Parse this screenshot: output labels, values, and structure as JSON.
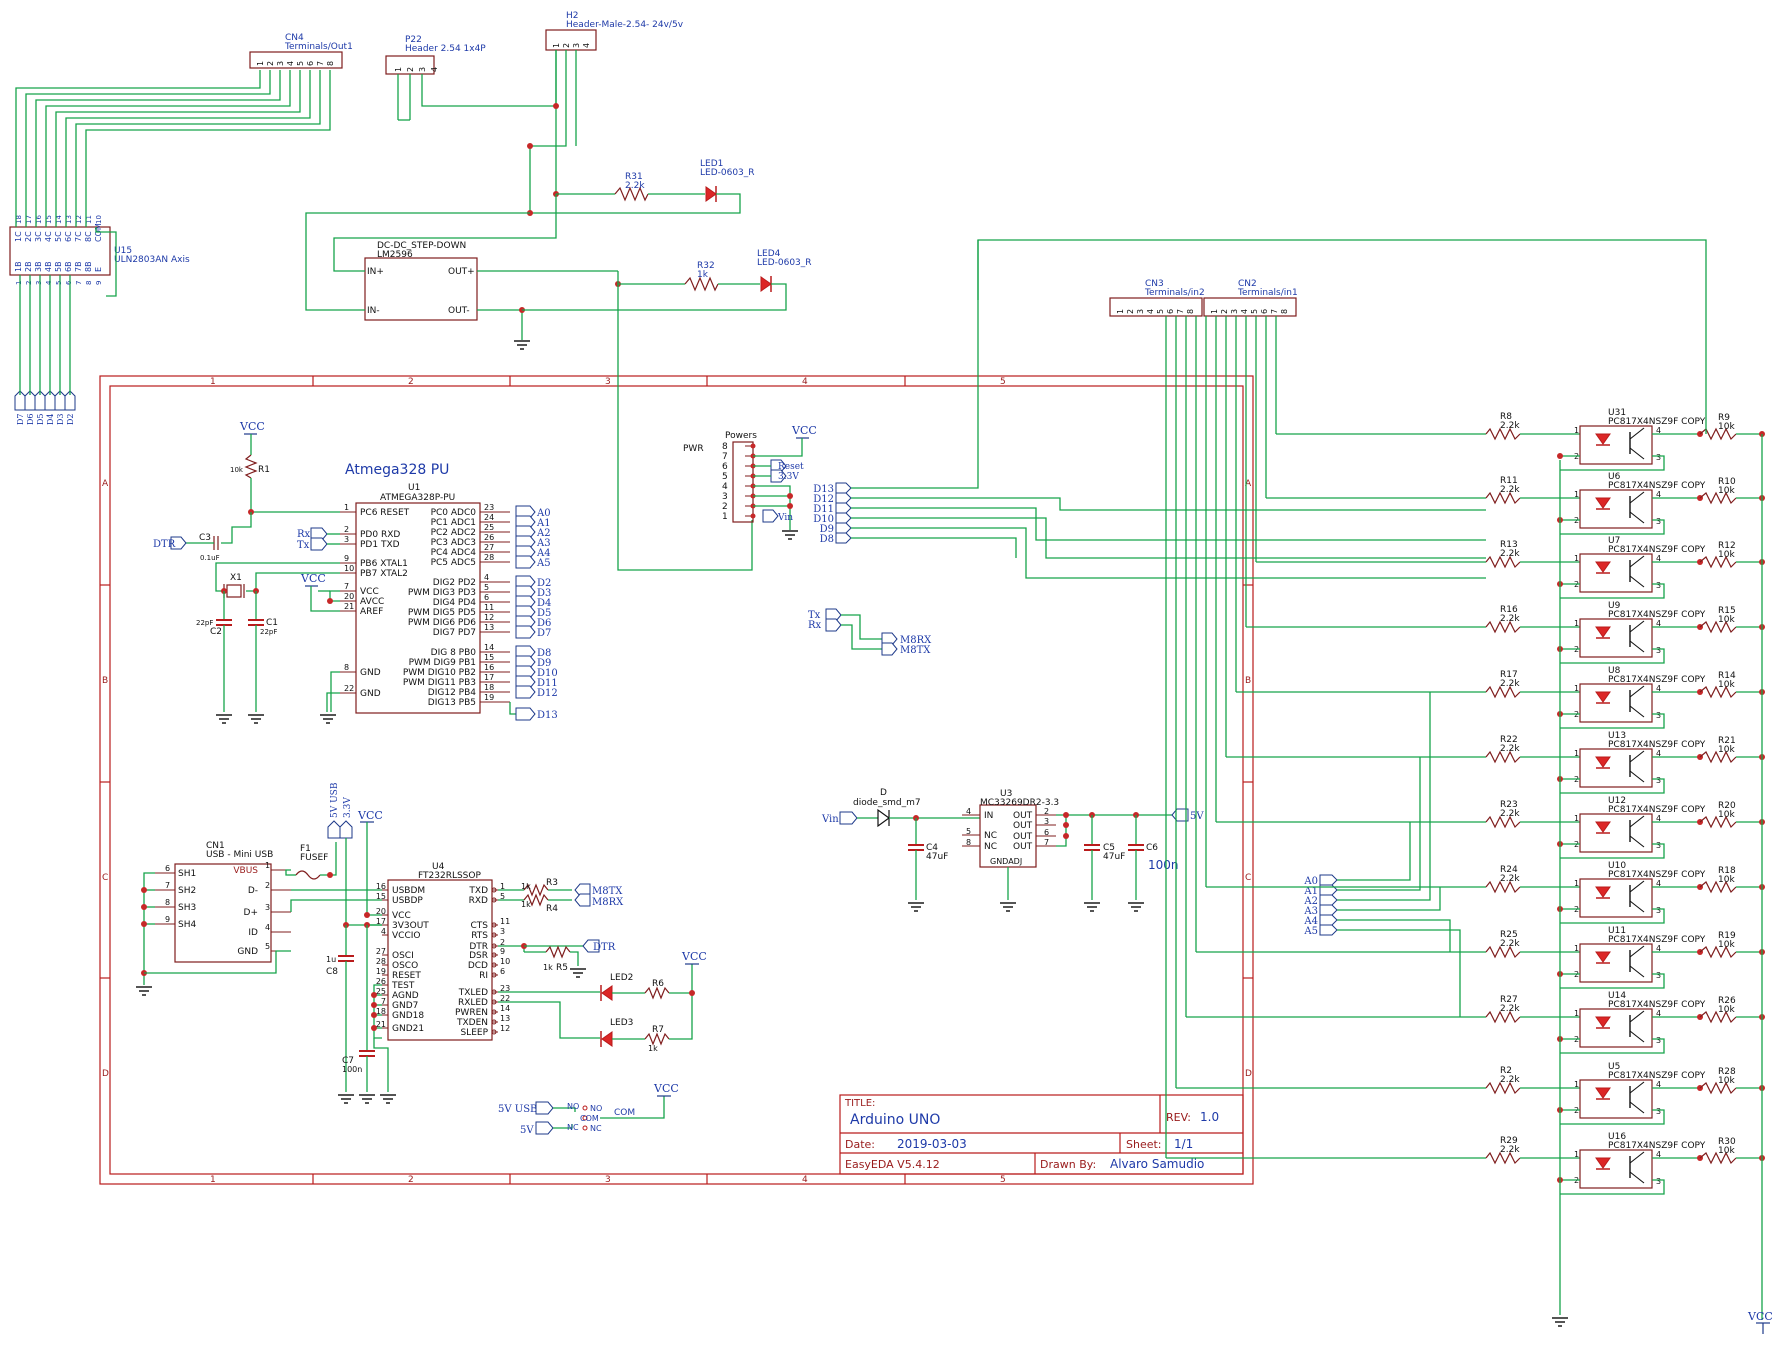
{
  "frame": {
    "col_labels": [
      "1",
      "2",
      "3",
      "4",
      "5"
    ],
    "row_labels": [
      "A",
      "B",
      "C",
      "D"
    ]
  },
  "title_block": {
    "title_label": "TITLE:",
    "title": "Arduino UNO",
    "rev_label": "REV:",
    "rev": "1.0",
    "date_label": "Date:",
    "date": "2019-03-03",
    "sheet_label": "Sheet:",
    "sheet": "1/1",
    "tool": "EasyEDA V5.4.12",
    "drawn_label": "Drawn By:",
    "drawn_by": "Alvaro Samudio"
  },
  "u15": {
    "ref": "U15",
    "name": "ULN2803AN Axis",
    "top_pins": [
      "1C",
      "2C",
      "3C",
      "4C",
      "5C",
      "6C",
      "7C",
      "8C",
      "COM"
    ],
    "top_nums": [
      "18",
      "17",
      "16",
      "15",
      "14",
      "13",
      "12",
      "11",
      "10"
    ],
    "bottom_pins": [
      "1B",
      "2B",
      "3B",
      "4B",
      "5B",
      "6B",
      "7B",
      "8B",
      "E"
    ],
    "bottom_nums": [
      "1",
      "2",
      "3",
      "4",
      "5",
      "6",
      "7",
      "8",
      "9"
    ],
    "nets": [
      "D7",
      "D6",
      "D5",
      "D4",
      "D3",
      "D2"
    ]
  },
  "cn4": {
    "ref": "CN4",
    "name": "Terminals/Out1",
    "pins": [
      "1",
      "2",
      "3",
      "4",
      "5",
      "6",
      "7",
      "8"
    ]
  },
  "p22": {
    "ref": "P22",
    "name": "Header 2.54 1x4P",
    "pins": [
      "1",
      "2",
      "3",
      "4"
    ]
  },
  "h2": {
    "ref": "H2",
    "name": "Header-Male-2.54- 24v/5v",
    "pins": [
      "1",
      "2",
      "3",
      "4"
    ]
  },
  "r31": {
    "ref": "R31",
    "value": "2.2k"
  },
  "led1": {
    "ref": "LED1",
    "value": "LED-0603_R"
  },
  "dcdc": {
    "ref": "DC-DC_STEP-DOWN",
    "name": "LM2596",
    "in_p": "IN+",
    "in_n": "IN-",
    "out_p": "OUT+",
    "out_n": "OUT-"
  },
  "r32": {
    "ref": "R32",
    "value": "1k"
  },
  "led4": {
    "ref": "LED4",
    "value": "LED-0603_R"
  },
  "cn3": {
    "ref": "CN3",
    "name": "Terminals/in2"
  },
  "cn2": {
    "ref": "CN2",
    "name": "Terminals/in1"
  },
  "vcc": "VCC",
  "gnd": "GND",
  "r1": {
    "ref": "R1",
    "value": "10k"
  },
  "c3": {
    "ref": "C3",
    "value": "0.1uF"
  },
  "dtr": "DTR",
  "rx": "Rx",
  "tx": "Tx",
  "x1": "X1",
  "c1": {
    "ref": "C1",
    "value": "22pF"
  },
  "c2": {
    "ref": "C2",
    "value": "22pF"
  },
  "mcu": {
    "title": "Atmega328 PU",
    "ref": "U1",
    "name": "ATMEGA328P-PU",
    "left_pins": [
      {
        "num": "1",
        "name": "PC6 RESET"
      },
      {
        "num": "2",
        "name": "PD0 RXD"
      },
      {
        "num": "3",
        "name": "PD1 TXD"
      },
      {
        "num": "9",
        "name": "PB6 XTAL1"
      },
      {
        "num": "10",
        "name": "PB7 XTAL2"
      },
      {
        "num": "7",
        "name": "VCC"
      },
      {
        "num": "20",
        "name": "AVCC"
      },
      {
        "num": "21",
        "name": "AREF"
      },
      {
        "num": "8",
        "name": "GND"
      },
      {
        "num": "22",
        "name": "GND"
      }
    ],
    "right_pins": [
      {
        "num": "23",
        "name": "PC0 ADC0",
        "net": "A0"
      },
      {
        "num": "24",
        "name": "PC1 ADC1",
        "net": "A1"
      },
      {
        "num": "25",
        "name": "PC2 ADC2",
        "net": "A2"
      },
      {
        "num": "26",
        "name": "PC3 ADC3",
        "net": "A3"
      },
      {
        "num": "27",
        "name": "PC4 ADC4",
        "net": "A4"
      },
      {
        "num": "28",
        "name": "PC5 ADC5",
        "net": "A5"
      },
      {
        "num": "4",
        "name": "DIG2 PD2",
        "net": "D2"
      },
      {
        "num": "5",
        "name": "PWM DIG3 PD3",
        "net": "D3"
      },
      {
        "num": "6",
        "name": "DIG4 PD4",
        "net": "D4"
      },
      {
        "num": "11",
        "name": "PWM DIG5 PD5",
        "net": "D5"
      },
      {
        "num": "12",
        "name": "PWM DIG6 PD6",
        "net": "D6"
      },
      {
        "num": "13",
        "name": "DIG7 PD7",
        "net": "D7"
      },
      {
        "num": "14",
        "name": "DIG 8 PB0",
        "net": "D8"
      },
      {
        "num": "15",
        "name": "PWM DIG9 PB1",
        "net": "D9"
      },
      {
        "num": "16",
        "name": "PWM DIG10 PB2",
        "net": "D10"
      },
      {
        "num": "17",
        "name": "PWM DIG11 PB3",
        "net": "D11"
      },
      {
        "num": "18",
        "name": "DIG12 PB4",
        "net": "D12"
      },
      {
        "num": "19",
        "name": "DIG13 PB5",
        "net": "D13"
      }
    ]
  },
  "powers": {
    "label": "PWR",
    "name": "Powers",
    "pins": [
      "8",
      "7",
      "6",
      "5",
      "4",
      "3",
      "2",
      "1"
    ],
    "reset": "Reset",
    "v33": "3.3V",
    "vin": "Vin"
  },
  "dnets_mid": [
    "D13",
    "D12",
    "D11",
    "D10",
    "D9",
    "D8"
  ],
  "txrx": {
    "tx": "Tx",
    "rx": "Rx",
    "m8rx": "M8RX",
    "m8tx": "M8TX"
  },
  "reg": {
    "diode_ref": "D",
    "diode_val": "diode_smd_m7",
    "vin": "Vin",
    "ref": "U3",
    "name": "MC33269DR2-3.3",
    "pins_left": [
      {
        "num": "4",
        "name": "IN"
      },
      {
        "num": "5",
        "name": "NC"
      },
      {
        "num": "8",
        "name": "NC"
      }
    ],
    "pins_right": [
      {
        "num": "2",
        "name": "OUT"
      },
      {
        "num": "3",
        "name": "OUT"
      },
      {
        "num": "6",
        "name": "OUT"
      },
      {
        "num": "7",
        "name": "OUT"
      }
    ],
    "gnd_pin": "GNDADJ",
    "c4": "C4",
    "c4v": "47uF",
    "c5": "C5",
    "c5v": "47uF",
    "c6": "C6",
    "c6v": "100n",
    "out_net": "5V"
  },
  "usb": {
    "ref": "CN1",
    "name": "USB - Mini USB",
    "pins": [
      {
        "num": "6",
        "name": "SH1"
      },
      {
        "num": "7",
        "name": "SH2"
      },
      {
        "num": "8",
        "name": "SH3"
      },
      {
        "num": "9",
        "name": "SH4"
      }
    ],
    "right": [
      {
        "num": "1",
        "name": "VBUS"
      },
      {
        "num": "2",
        "name": "D-"
      },
      {
        "num": "3",
        "name": "D+"
      },
      {
        "num": "4",
        "name": "ID"
      },
      {
        "num": "5",
        "name": "GND"
      }
    ],
    "fuse_ref": "F1",
    "fuse_val": "FUSEF",
    "usb5v": "5V USB",
    "v33": "3.3V"
  },
  "ft": {
    "ref": "U4",
    "name": "FT232RLSSOP",
    "left": [
      {
        "num": "16",
        "name": "USBDM"
      },
      {
        "num": "15",
        "name": "USBDP"
      },
      {
        "num": "20",
        "name": "VCC"
      },
      {
        "num": "17",
        "name": "3V3OUT"
      },
      {
        "num": "4",
        "name": "VCCIO"
      },
      {
        "num": "27",
        "name": "OSCI"
      },
      {
        "num": "28",
        "name": "OSCO"
      },
      {
        "num": "19",
        "name": "RESET"
      },
      {
        "num": "26",
        "name": "TEST"
      },
      {
        "num": "25",
        "name": "AGND"
      },
      {
        "num": "7",
        "name": "GND7"
      },
      {
        "num": "18",
        "name": "GND18"
      },
      {
        "num": "21",
        "name": "GND21"
      }
    ],
    "right": [
      {
        "num": "1",
        "name": "TXD"
      },
      {
        "num": "5",
        "name": "RXD"
      },
      {
        "num": "11",
        "name": "CTS"
      },
      {
        "num": "3",
        "name": "RTS"
      },
      {
        "num": "2",
        "name": "DTR"
      },
      {
        "num": "9",
        "name": "DSR"
      },
      {
        "num": "10",
        "name": "DCD"
      },
      {
        "num": "6",
        "name": "RI"
      },
      {
        "num": "23",
        "name": "TXLED"
      },
      {
        "num": "22",
        "name": "RXLED"
      },
      {
        "num": "14",
        "name": "PWREN"
      },
      {
        "num": "13",
        "name": "TXDEN"
      },
      {
        "num": "12",
        "name": "SLEEP"
      }
    ],
    "r3": "R3",
    "r4": "R4",
    "r3v": "1k",
    "r4v": "1k",
    "m8tx": "M8TX",
    "m8rx": "M8RX",
    "r5": "R5",
    "r5v": "1k",
    "dtr": "DTR",
    "c8": "C8",
    "c8v": "1u",
    "c7": "C7",
    "c7v": "100n",
    "led2": "LED2",
    "led3": "LED3",
    "r6": "R6",
    "r7": "R7",
    "r7v": "1k"
  },
  "switch": {
    "in1": "5V USB",
    "in2": "5V",
    "no": "NO",
    "nc": "NC",
    "com": "COM",
    "vcc": "VCC"
  },
  "anets": [
    "A0",
    "A1",
    "A2",
    "A3",
    "A4",
    "A5"
  ],
  "opto_rows": [
    {
      "r_left": "R8",
      "r_left_v": "2.2k",
      "u": "U31",
      "part": "PC817X4NSZ9F COPY",
      "r_right": "R9",
      "r_right_v": "10k"
    },
    {
      "r_left": "R11",
      "r_left_v": "2.2k",
      "u": "U6",
      "part": "PC817X4NSZ9F COPY",
      "r_right": "R10",
      "r_right_v": "10k"
    },
    {
      "r_left": "R13",
      "r_left_v": "2.2k",
      "u": "U7",
      "part": "PC817X4NSZ9F COPY",
      "r_right": "R12",
      "r_right_v": "10k"
    },
    {
      "r_left": "R16",
      "r_left_v": "2.2k",
      "u": "U9",
      "part": "PC817X4NSZ9F COPY",
      "r_right": "R15",
      "r_right_v": "10k"
    },
    {
      "r_left": "R17",
      "r_left_v": "2.2k",
      "u": "U8",
      "part": "PC817X4NSZ9F COPY",
      "r_right": "R14",
      "r_right_v": "10k"
    },
    {
      "r_left": "R22",
      "r_left_v": "2.2k",
      "u": "U13",
      "part": "PC817X4NSZ9F COPY",
      "r_right": "R21",
      "r_right_v": "10k"
    },
    {
      "r_left": "R23",
      "r_left_v": "2.2k",
      "u": "U12",
      "part": "PC817X4NSZ9F COPY",
      "r_right": "R20",
      "r_right_v": "10k"
    },
    {
      "r_left": "R24",
      "r_left_v": "2.2k",
      "u": "U10",
      "part": "PC817X4NSZ9F COPY",
      "r_right": "R18",
      "r_right_v": "10k"
    },
    {
      "r_left": "R25",
      "r_left_v": "2.2k",
      "u": "U11",
      "part": "PC817X4NSZ9F COPY",
      "r_right": "R19",
      "r_right_v": "10k"
    },
    {
      "r_left": "R27",
      "r_left_v": "2.2k",
      "u": "U14",
      "part": "PC817X4NSZ9F COPY",
      "r_right": "R26",
      "r_right_v": "10k"
    },
    {
      "r_left": "R2",
      "r_left_v": "2.2k",
      "u": "U5",
      "part": "PC817X4NSZ9F COPY",
      "r_right": "R28",
      "r_right_v": "10k"
    },
    {
      "r_left": "R29",
      "r_left_v": "2.2k",
      "u": "U16",
      "part": "PC817X4NSZ9F COPY",
      "r_right": "R30",
      "r_right_v": "10k"
    }
  ],
  "opto_pins": {
    "p1": "1",
    "p2": "2",
    "p3": "3",
    "p4": "4"
  },
  "vcc_bottom": "VCC"
}
